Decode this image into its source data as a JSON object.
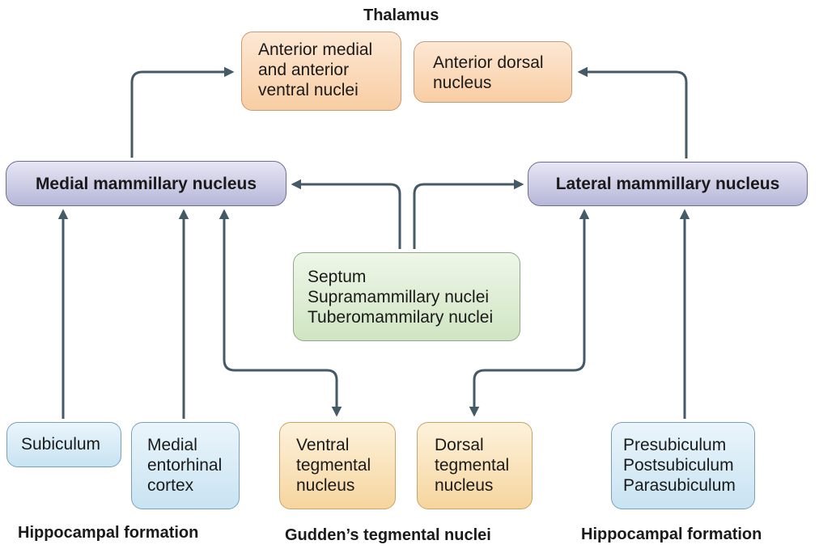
{
  "header": {
    "thalamus_label": "Thalamus"
  },
  "thalamus": {
    "anterior_medial_ventral": [
      "Anterior medial",
      "and anterior",
      "ventral nuclei"
    ],
    "anterior_dorsal": [
      "Anterior dorsal",
      "nucleus"
    ]
  },
  "mammillary": {
    "medial": "Medial mammillary nucleus",
    "lateral": "Lateral mammillary nucleus"
  },
  "septum_group": [
    "Septum",
    "Supramammillary nuclei",
    "Tuberomammilary nuclei"
  ],
  "hippocampal_left": {
    "subiculum": "Subiculum",
    "medial_entorhinal": [
      "Medial",
      "entorhinal",
      "cortex"
    ]
  },
  "gudden": {
    "ventral": [
      "Ventral",
      "tegmental",
      "nucleus"
    ],
    "dorsal": [
      "Dorsal",
      "tegmental",
      "nucleus"
    ]
  },
  "hippocampal_right": [
    "Presubiculum",
    "Postsubiculum",
    "Parasubiculum"
  ],
  "footer": {
    "hippocampal_left_label": "Hippocampal formation",
    "gudden_label": "Gudden’s tegmental nuclei",
    "hippocampal_right_label": "Hippocampal formation"
  },
  "colors": {
    "arrow": "#445a66",
    "thalamus_fill": "#f8cda3",
    "mammillary_fill": "#b6b7d8",
    "septum_fill": "#d0e5c3",
    "hippocampal_fill": "#c8e3f2",
    "gudden_fill": "#f6d59e"
  }
}
